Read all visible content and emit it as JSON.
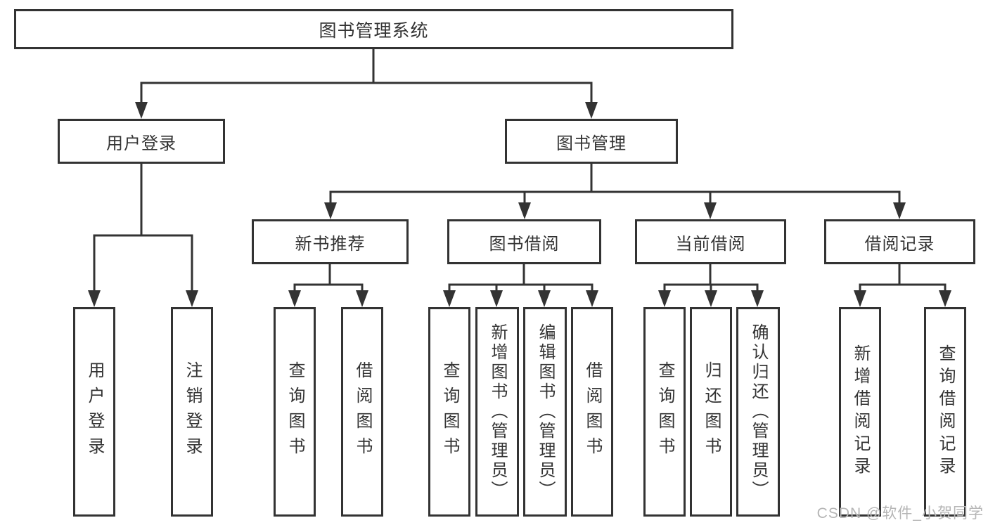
{
  "diagram_type": "hierarchy-tree",
  "colors": {
    "line": "#333333",
    "text": "#333333",
    "box_background": "#ffffff",
    "page_background": "#ffffff",
    "watermark": "#b5b5b5"
  },
  "tree": {
    "label": "图书管理系统",
    "children": [
      {
        "label": "用户登录",
        "children": [
          {
            "label": "用户登录"
          },
          {
            "label": "注销登录"
          }
        ]
      },
      {
        "label": "图书管理",
        "children": [
          {
            "label": "新书推荐",
            "children": [
              {
                "label": "查询图书"
              },
              {
                "label": "借阅图书"
              }
            ]
          },
          {
            "label": "图书借阅",
            "children": [
              {
                "label": "查询图书"
              },
              {
                "label": "新增图书（管理员）"
              },
              {
                "label": "编辑图书（管理员）"
              },
              {
                "label": "借阅图书"
              }
            ]
          },
          {
            "label": "当前借阅",
            "children": [
              {
                "label": "查询图书"
              },
              {
                "label": "归还图书"
              },
              {
                "label": "确认归还（管理员）"
              }
            ]
          },
          {
            "label": "借阅记录",
            "children": [
              {
                "label": "新增借阅记录"
              },
              {
                "label": "查询借阅记录"
              }
            ]
          }
        ]
      }
    ]
  },
  "watermark": {
    "text": "CSDN @软件_小贺同学"
  }
}
